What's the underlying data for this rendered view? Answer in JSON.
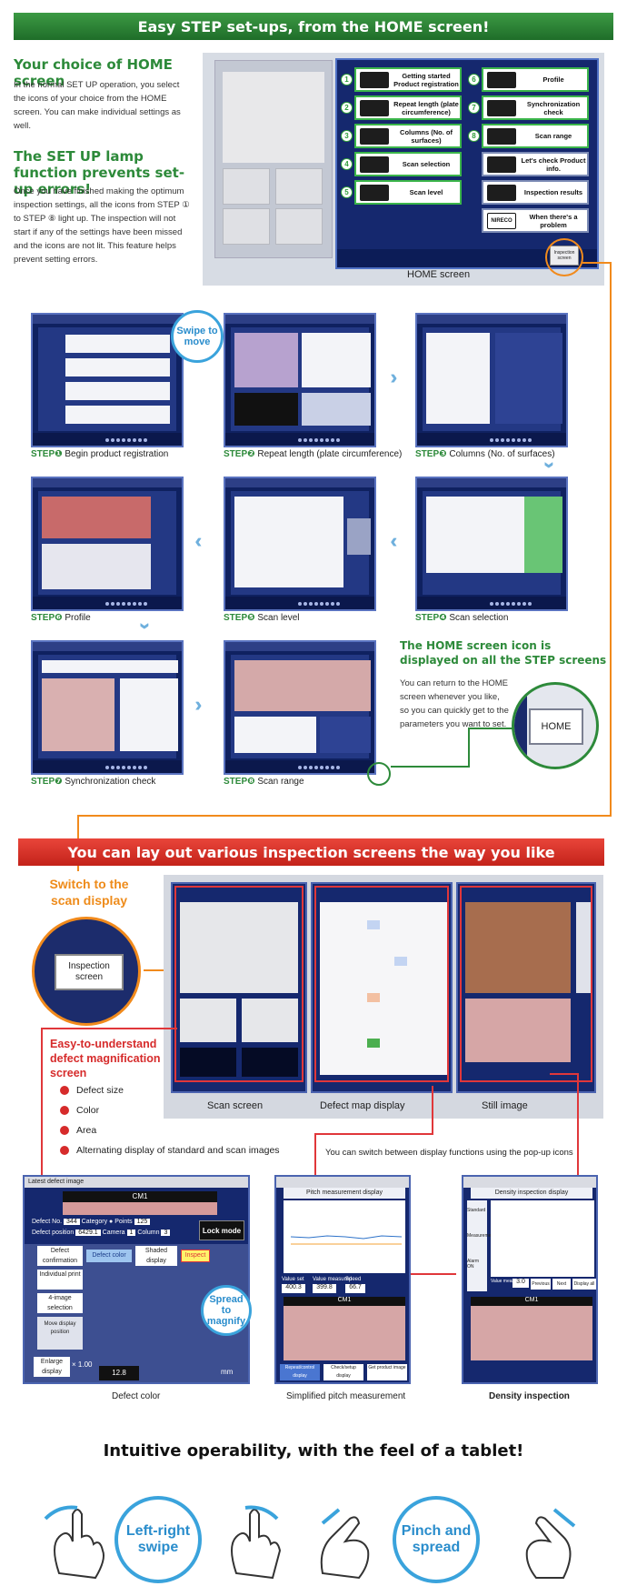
{
  "banner_top": "Easy STEP set-ups, from the HOME screen!",
  "choice": {
    "title": "Your choice of HOME screen",
    "text": "In the normal SET UP operation, you select the icons of your choice from the HOME screen. You can make individual settings as well."
  },
  "lamp": {
    "title": "The SET UP lamp function prevents set-up errors!",
    "text": "Once you have finished making the optimum inspection settings, all the icons from STEP ① to STEP ⑧ light up. The inspection will not start if any of the settings have been missed and the icons are not lit. This feature helps prevent setting errors."
  },
  "home_screen": {
    "caption": "HOME screen",
    "buttons": [
      {
        "num": "1",
        "label": "Getting started Product registration"
      },
      {
        "num": "2",
        "label": "Repeat length (plate circumference)"
      },
      {
        "num": "3",
        "label": "Columns (No. of surfaces)"
      },
      {
        "num": "4",
        "label": "Scan selection"
      },
      {
        "num": "5",
        "label": "Scan level"
      },
      {
        "num": "6",
        "label": "Profile"
      },
      {
        "num": "7",
        "label": "Synchronization check"
      },
      {
        "num": "8",
        "label": "Scan range"
      },
      {
        "num": "",
        "label": "Let's check Product info."
      },
      {
        "num": "",
        "label": "Inspection results"
      },
      {
        "num": "",
        "label": "When there's a problem"
      }
    ],
    "niereco": "NIRECO",
    "inspection_btn": "Inspection screen"
  },
  "swipe": "Swipe to move",
  "steps": [
    {
      "num": "STEP❶",
      "label": "Begin product registration"
    },
    {
      "num": "STEP❷",
      "label": "Repeat length (plate circumference)"
    },
    {
      "num": "STEP❸",
      "label": "Columns (No. of surfaces)"
    },
    {
      "num": "STEP❹",
      "label": "Scan selection"
    },
    {
      "num": "STEP❺",
      "label": "Scan level"
    },
    {
      "num": "STEP❻",
      "label": "Profile"
    },
    {
      "num": "STEP❼",
      "label": "Synchronization check"
    },
    {
      "num": "STEP❽",
      "label": "Scan range"
    }
  ],
  "home_icon": {
    "title": "The HOME screen icon is displayed on all the STEP screens",
    "text": "You can return to the HOME screen whenever you like, so you can quickly get to the parameters you want to set.",
    "btn": "HOME"
  },
  "banner_lower": "You can lay out various inspection screens the way you like",
  "switch": {
    "title": "Switch to the scan display",
    "btn": "Inspection screen"
  },
  "lower_captions": [
    "Scan screen",
    "Defect map display",
    "Still image"
  ],
  "easy": {
    "title": "Easy-to-understand defect magnification screen",
    "bullets": [
      "Defect size",
      "Color",
      "Area",
      "Alternating display of standard and scan images"
    ]
  },
  "popup_note": "You can switch between display functions using the pop-up icons",
  "defect_screen": {
    "title": "Latest defect image",
    "cam": "CM1",
    "defect_no_label": "Defect No.",
    "defect_no": "344",
    "category_label": "Category",
    "points_label": "Points",
    "points": "125",
    "position_label": "Defect position",
    "position": "6429.1",
    "camera_label": "Camera",
    "camera": "1",
    "column_label": "Column",
    "column": "3",
    "lock_mode": "Lock mode",
    "btn_confirm": "Defect confirmation",
    "btn_color": "Defect color",
    "btn_shaded": "Shaded display",
    "btn_inspect": "Inspect",
    "btn_print": "Individual print",
    "btn_4image": "4-image selection",
    "move_display": "Move display position",
    "enlarge": "Enlarge display",
    "enlarge_val": "× 1.00",
    "size_val": "12.8",
    "size_unit": "mm",
    "spread": "Spread to magnify",
    "caption": "Defect color"
  },
  "pitch_screen": {
    "title": "Pitch measurement display",
    "value_label_1": "Value set",
    "value_1": "400.3",
    "value_label_2": "Value measured",
    "value_2": "399.8",
    "speed_label": "Speed",
    "speed": "66.7",
    "cam": "CM1",
    "btn_1": "Repeat/control display",
    "btn_2": "Check/setup display",
    "btn_3": "Get product image",
    "caption": "Simplified pitch measurement"
  },
  "density_screen": {
    "title": "Density inspection display",
    "label_std": "Standard",
    "label_meas": "Measurement",
    "label_alarm": "Alarm",
    "alarm_val": "ON",
    "value_label": "Value measured",
    "value": "3.0",
    "btn_prev": "Previous",
    "btn_next": "Next",
    "btn_all": "Display all",
    "cam": "CM1",
    "caption": "Density inspection"
  },
  "intuitive": "Intuitive operability, with the feel of a tablet!",
  "gestures": [
    "Left-right swipe",
    "Pinch and spread"
  ]
}
